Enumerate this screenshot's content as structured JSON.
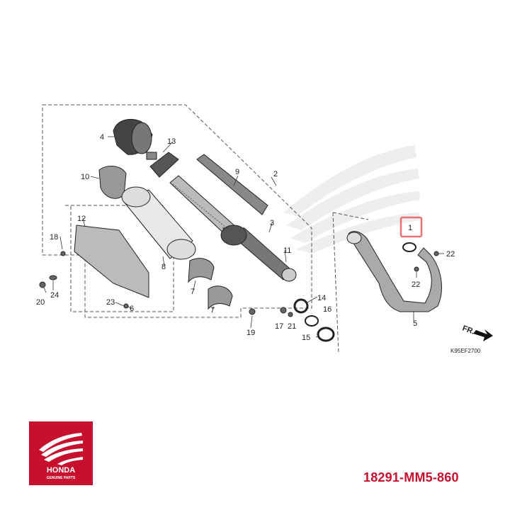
{
  "diagram": {
    "code": "K95EF2700",
    "direction_label": "FR.",
    "highlighted_part": "1",
    "callouts": [
      {
        "id": "c1",
        "label": "1",
        "highlight": true
      },
      {
        "id": "c2",
        "label": "2"
      },
      {
        "id": "c3",
        "label": "3"
      },
      {
        "id": "c4",
        "label": "4"
      },
      {
        "id": "c5",
        "label": "5"
      },
      {
        "id": "c6",
        "label": "6"
      },
      {
        "id": "c7a",
        "label": "7"
      },
      {
        "id": "c7b",
        "label": "7"
      },
      {
        "id": "c8",
        "label": "8"
      },
      {
        "id": "c9",
        "label": "9"
      },
      {
        "id": "c10",
        "label": "10"
      },
      {
        "id": "c11",
        "label": "11"
      },
      {
        "id": "c12",
        "label": "12"
      },
      {
        "id": "c13",
        "label": "13"
      },
      {
        "id": "c14",
        "label": "14"
      },
      {
        "id": "c15",
        "label": "15"
      },
      {
        "id": "c16",
        "label": "16"
      },
      {
        "id": "c17",
        "label": "17"
      },
      {
        "id": "c18",
        "label": "18"
      },
      {
        "id": "c19",
        "label": "19"
      },
      {
        "id": "c20",
        "label": "20"
      },
      {
        "id": "c21",
        "label": "21"
      },
      {
        "id": "c22a",
        "label": "22"
      },
      {
        "id": "c22b",
        "label": "22"
      },
      {
        "id": "c23",
        "label": "23"
      },
      {
        "id": "c24",
        "label": "24"
      }
    ]
  },
  "brand": {
    "name": "HONDA",
    "tagline": "GENUINE PARTS",
    "color": "#c8102e"
  },
  "part_number": "18291-MM5-860",
  "colors": {
    "highlight": "#e57373",
    "line": "#333333",
    "watermark": "#d9d9d9"
  }
}
